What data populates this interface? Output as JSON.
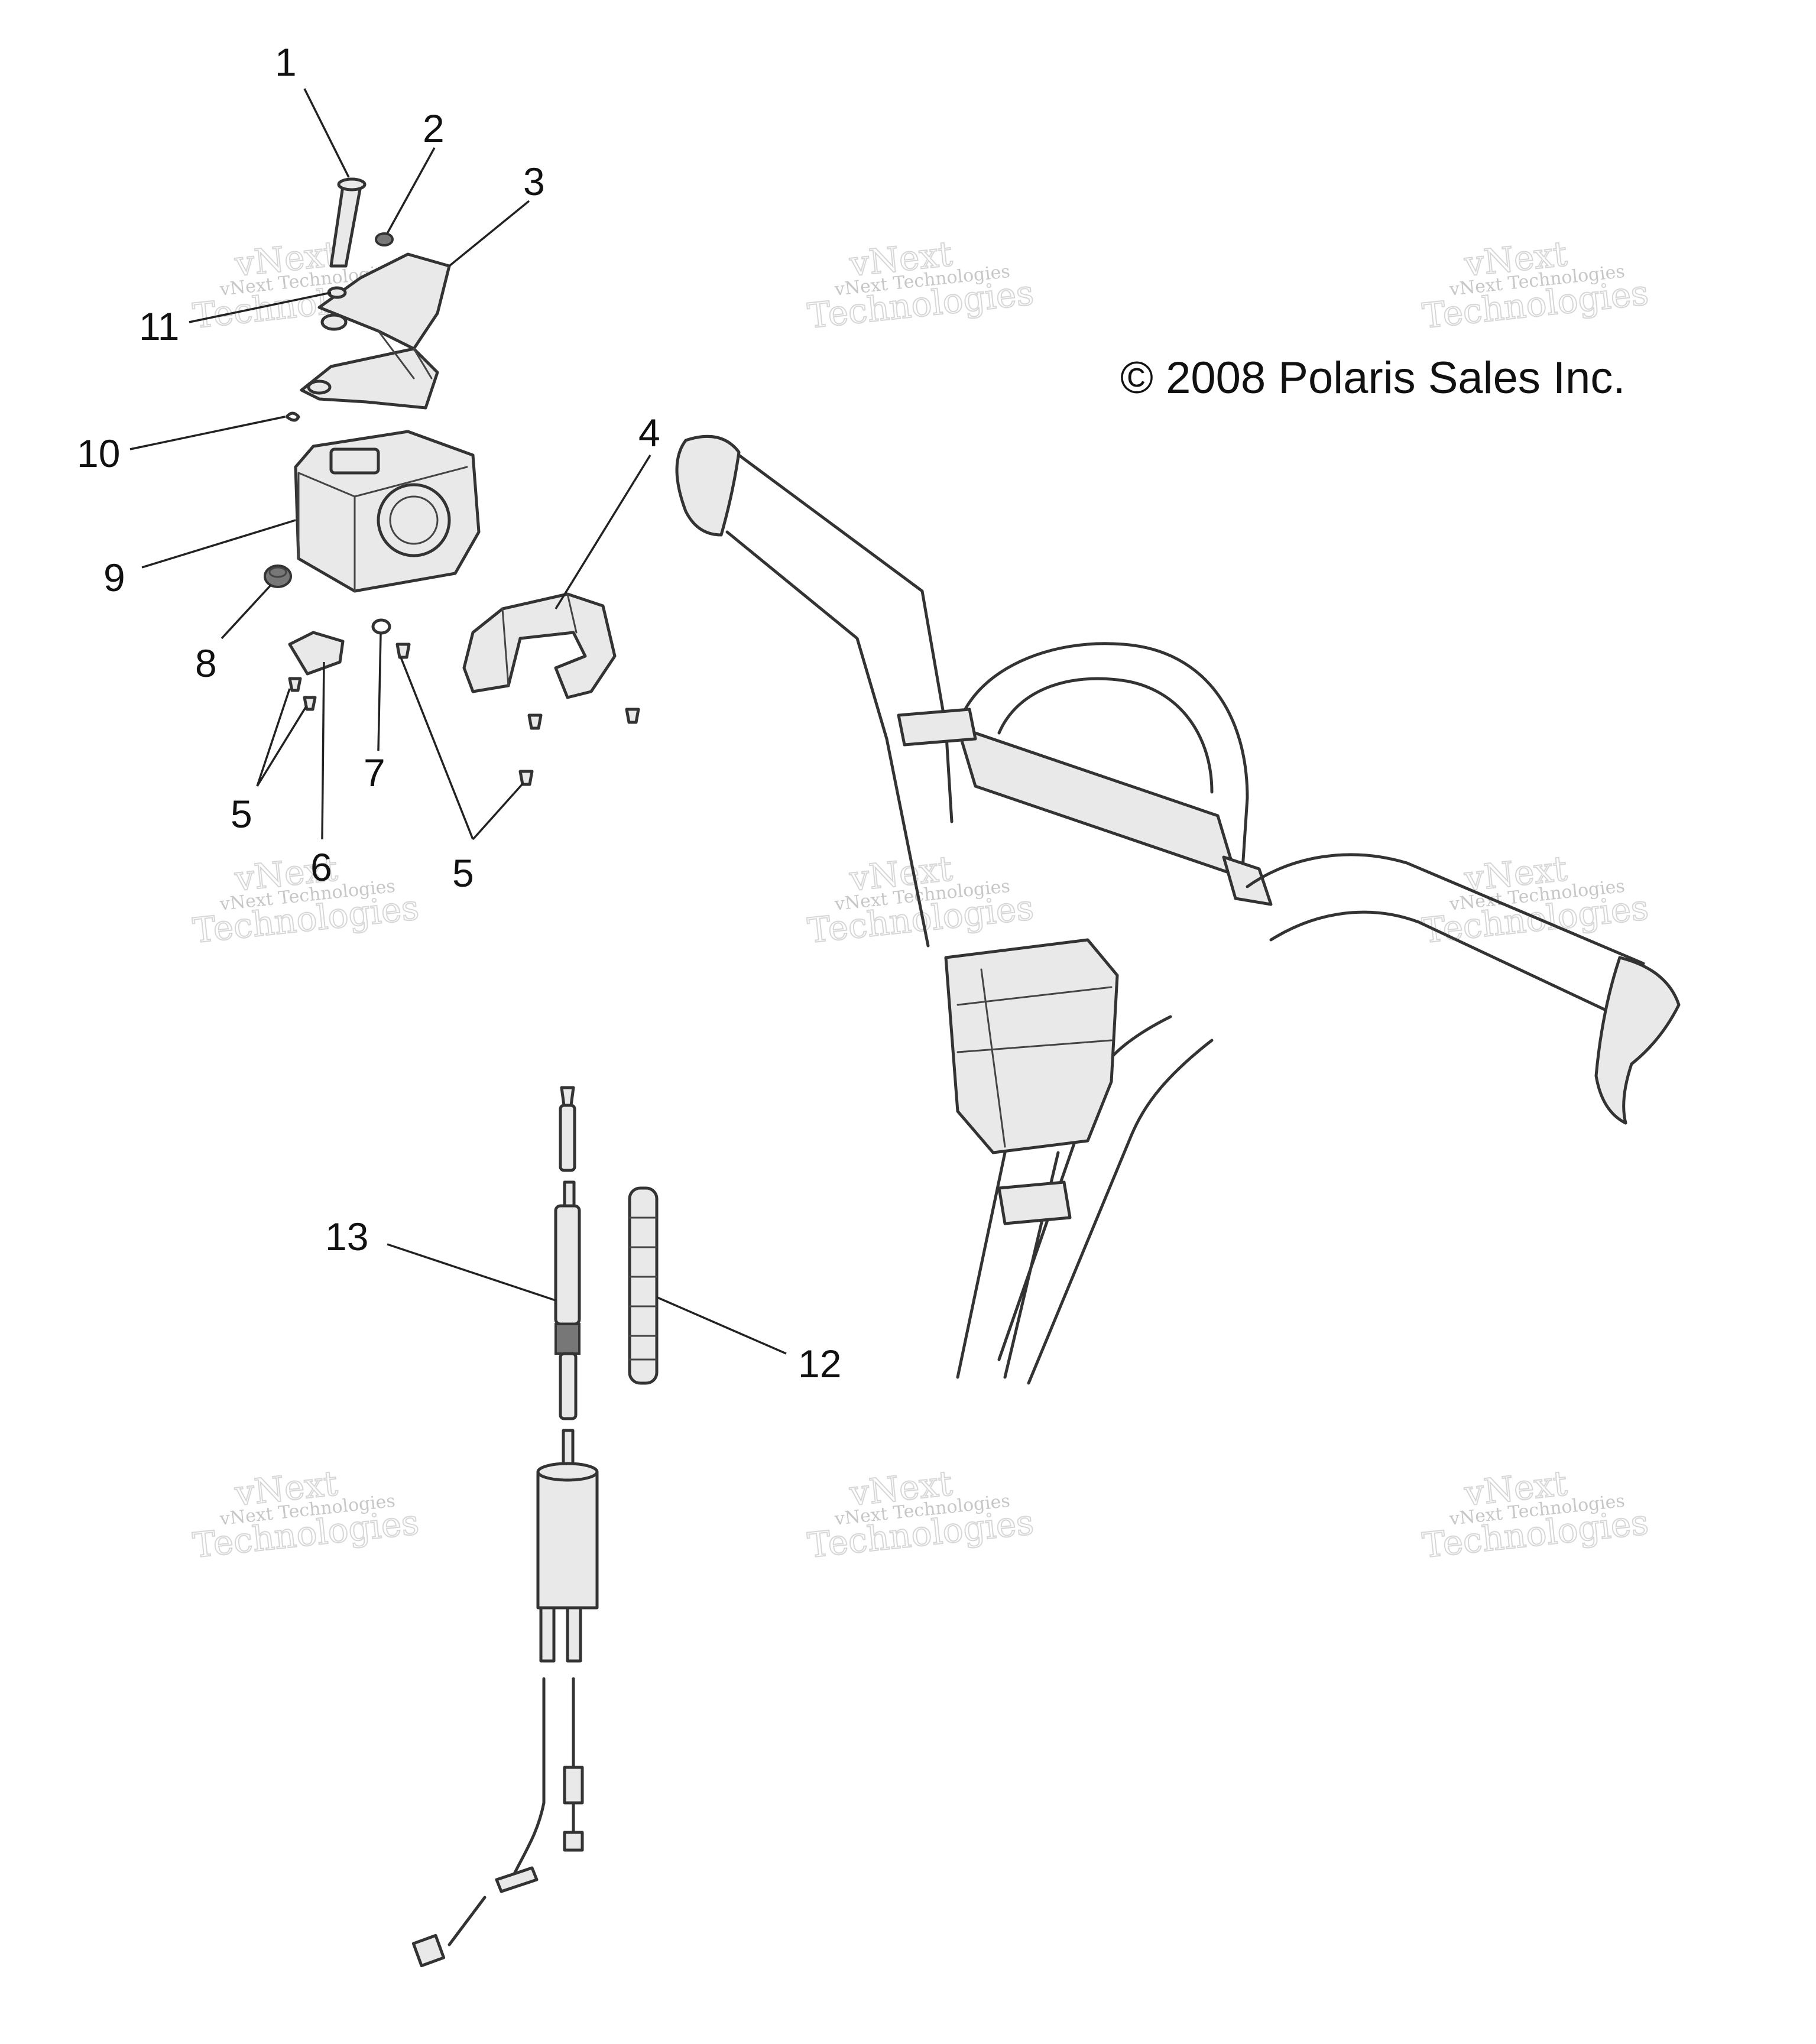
{
  "copyright": "© 2008 Polaris Sales Inc.",
  "watermark": {
    "line1": "vNext Technologies",
    "line2": "vNext",
    "line3": "Technologies"
  },
  "callouts": [
    {
      "id": "1",
      "label": "1"
    },
    {
      "id": "2",
      "label": "2"
    },
    {
      "id": "3",
      "label": "3"
    },
    {
      "id": "4",
      "label": "4"
    },
    {
      "id": "5a",
      "label": "5"
    },
    {
      "id": "5b",
      "label": "5"
    },
    {
      "id": "6",
      "label": "6"
    },
    {
      "id": "7",
      "label": "7"
    },
    {
      "id": "8",
      "label": "8"
    },
    {
      "id": "9",
      "label": "9"
    },
    {
      "id": "10",
      "label": "10"
    },
    {
      "id": "11",
      "label": "11"
    },
    {
      "id": "12",
      "label": "12"
    },
    {
      "id": "13",
      "label": "13"
    }
  ]
}
